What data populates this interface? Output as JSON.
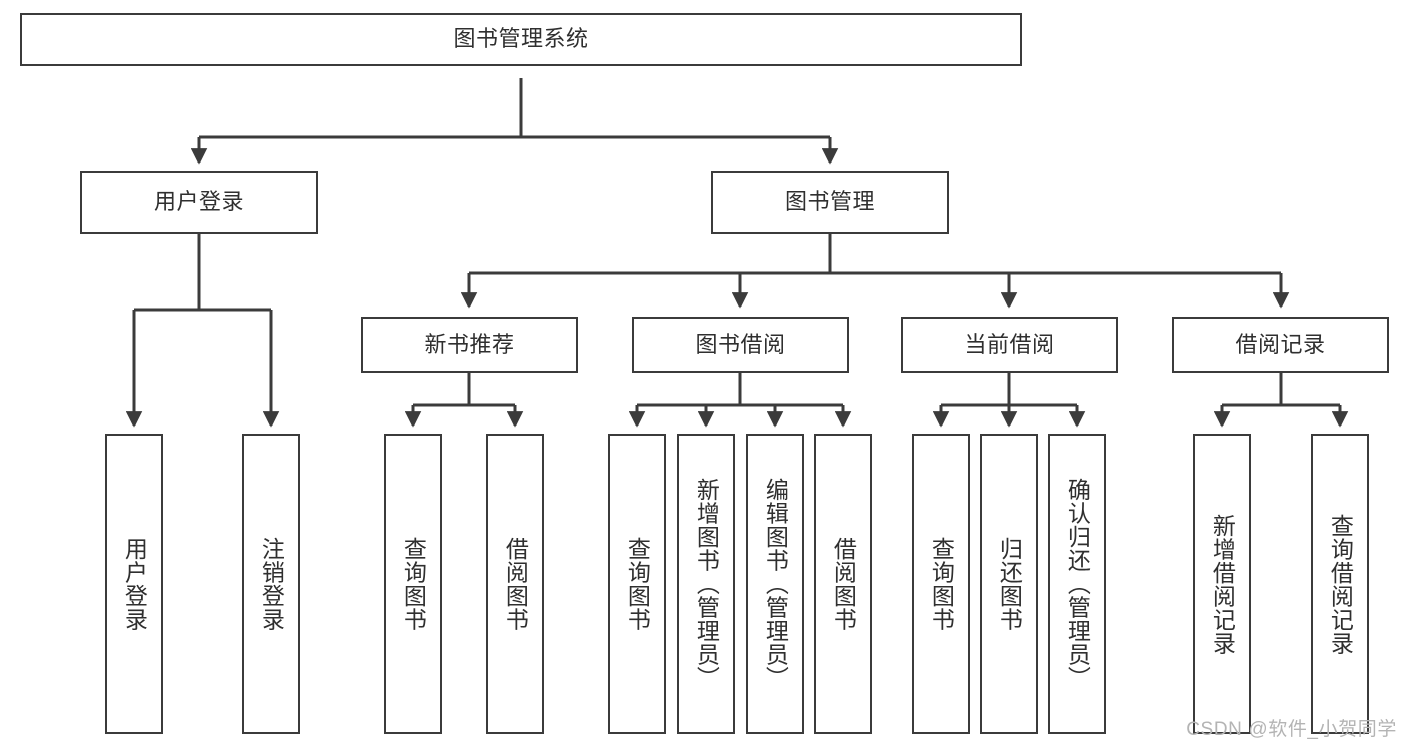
{
  "diagram": {
    "type": "tree-hierarchy",
    "title": "图书管理系统",
    "watermark": "CSDN @软件_小贺同学",
    "colors": {
      "box_border": "#3b3b3b",
      "box_fill": "#ffffff",
      "text": "#2f2f2f",
      "connector": "#3b3b3b",
      "watermark": "#b4b4b4",
      "background": "#ffffff"
    },
    "nodes": {
      "root": {
        "label": "图书管理系统"
      },
      "level1": [
        {
          "id": "user-login",
          "label": "用户登录"
        },
        {
          "id": "book-manage",
          "label": "图书管理"
        }
      ],
      "level2": [
        {
          "id": "new-book-recommend",
          "label": "新书推荐"
        },
        {
          "id": "book-borrow",
          "label": "图书借阅"
        },
        {
          "id": "current-borrow",
          "label": "当前借阅"
        },
        {
          "id": "borrow-record",
          "label": "借阅记录"
        }
      ],
      "leaves": {
        "user_login": [
          {
            "id": "leaf-user-login",
            "label": "用户登录"
          },
          {
            "id": "leaf-logout-login",
            "label": "注销登录"
          }
        ],
        "new_book_recommend": [
          {
            "id": "leaf-query-book-1",
            "label": "查询图书"
          },
          {
            "id": "leaf-borrow-book-1",
            "label": "借阅图书"
          }
        ],
        "book_borrow": [
          {
            "id": "leaf-query-book-2",
            "label": "查询图书"
          },
          {
            "id": "leaf-add-book",
            "label": "新增图书（管理员）"
          },
          {
            "id": "leaf-edit-book",
            "label": "编辑图书（管理员）"
          },
          {
            "id": "leaf-borrow-book-2",
            "label": "借阅图书"
          }
        ],
        "current_borrow": [
          {
            "id": "leaf-query-book-3",
            "label": "查询图书"
          },
          {
            "id": "leaf-return-book",
            "label": "归还图书"
          },
          {
            "id": "leaf-confirm-return",
            "label": "确认归还（管理员）"
          }
        ],
        "borrow_record": [
          {
            "id": "leaf-add-record",
            "label": "新增借阅记录"
          },
          {
            "id": "leaf-query-record",
            "label": "查询借阅记录"
          }
        ]
      }
    }
  }
}
